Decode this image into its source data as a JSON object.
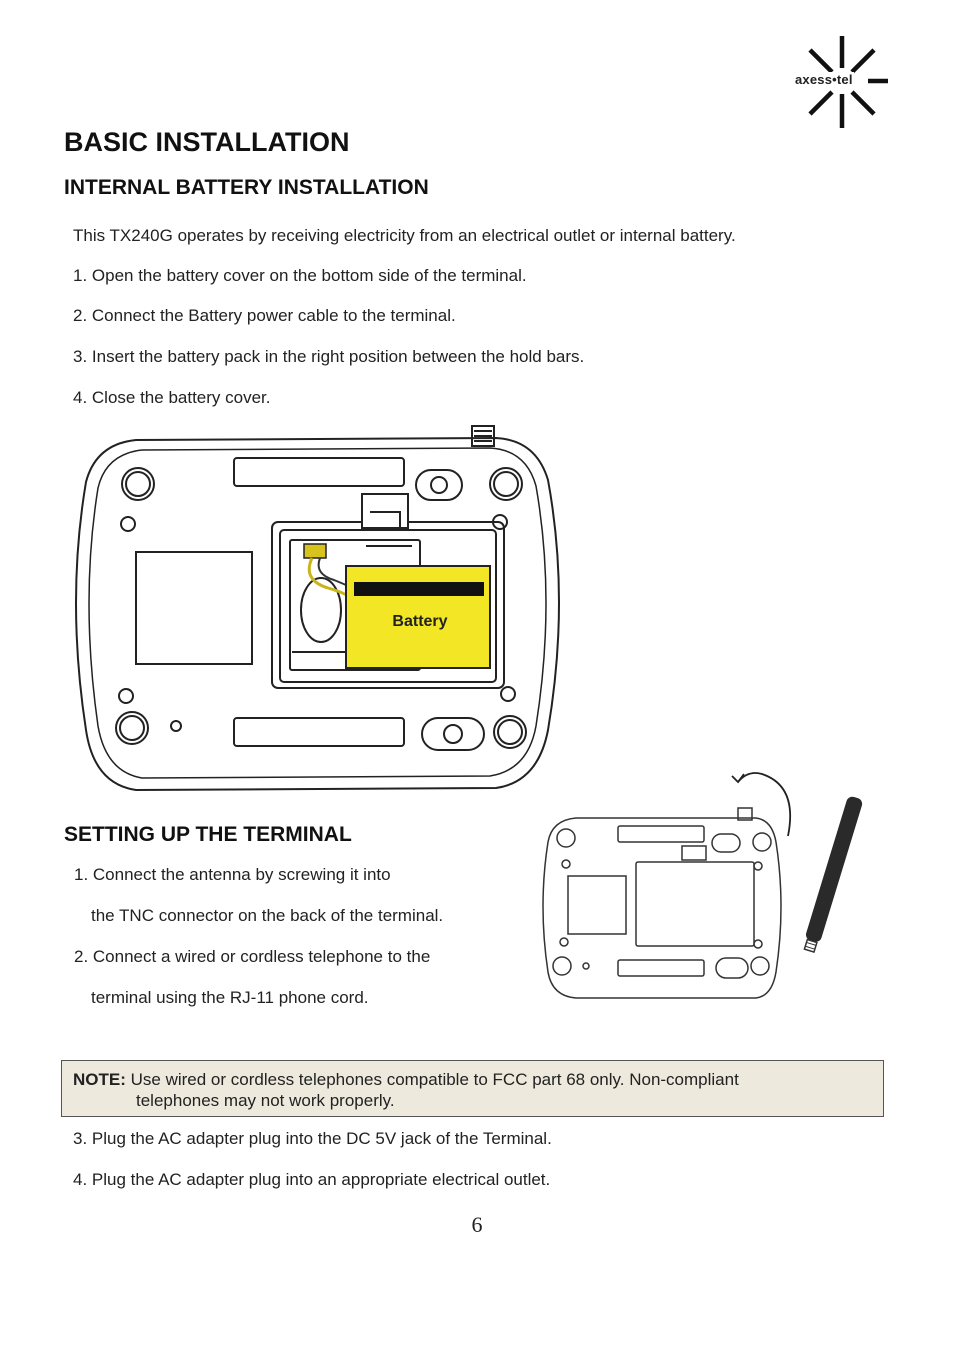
{
  "logo": {
    "brand_text": "axess•tel",
    "icon": "axesstel-burst-logo"
  },
  "headings": {
    "title": "BASIC INSTALLATION",
    "battery_section": "INTERNAL BATTERY INSTALLATION",
    "terminal_section": "SETTING UP THE TERMINAL"
  },
  "battery": {
    "intro": "This TX240G operates by receiving electricity from an electrical outlet or internal battery.",
    "steps": [
      "1. Open the battery cover on the bottom side of the terminal.",
      "2. Connect the Battery power cable to the terminal.",
      "3. Insert the battery pack in the right position between the hold bars.",
      "4. Close the battery cover."
    ],
    "figure_label": "Battery",
    "pack_color": "#f2e625"
  },
  "terminal": {
    "step1_line1": "1. Connect the antenna by screwing it into",
    "step1_line2": "the TNC connector on the back of the terminal.",
    "step2_line1": "2. Connect a wired or cordless telephone to the",
    "step2_line2": "terminal using the RJ-11 phone cord.",
    "step3": "3. Plug the AC adapter plug into the DC 5V jack of the Terminal.",
    "step4": "4. Plug the AC adapter plug into an appropriate electrical outlet."
  },
  "note": {
    "label": "NOTE:",
    "line1": "Use wired or cordless telephones compatible to FCC part 68 only. Non-compliant",
    "line2": "telephones may not work properly.",
    "background": "#ede9dd"
  },
  "page_number": "6"
}
